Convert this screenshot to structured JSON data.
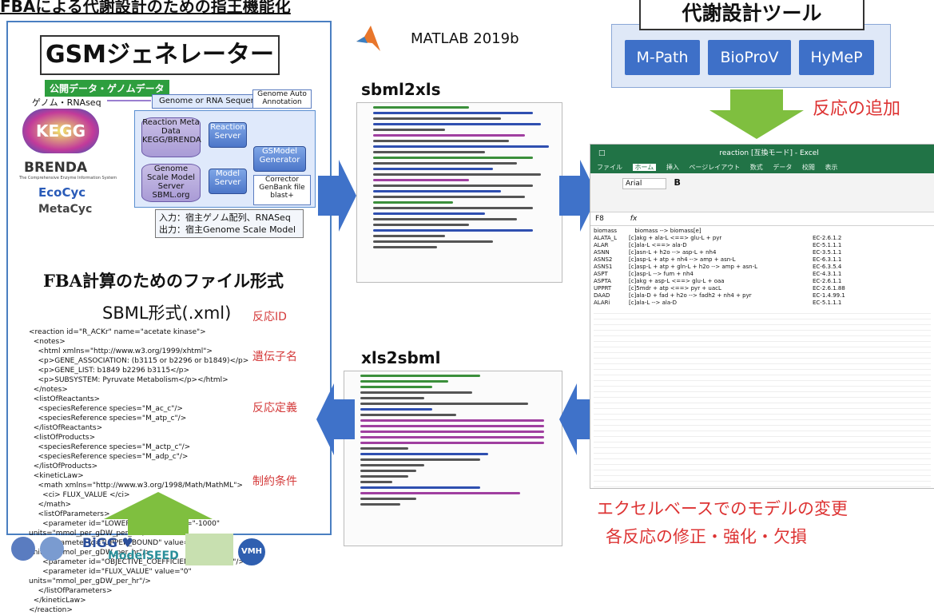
{
  "header": {
    "title": "FBAによる代謝設計のための指王機能化"
  },
  "left": {
    "gsm_title": "GSMジェネレーター",
    "public_data_label": "公開データ・ゲノムデータ",
    "genome_label": "ゲノム・RNAseq",
    "flow": {
      "sequencing": "Genome or RNA Sequencing",
      "annotation": "Genome Auto Annotation",
      "reaction_db": "Reaction Meta Data KEGG/BRENDA",
      "reaction_server": "Reaction Server",
      "genome_db": "Genome Scale Model Server SBML.org",
      "model_server": "Model Server",
      "generator": "GSModel Generator",
      "corrector": "Corrector GenBank file blast+"
    },
    "logos": {
      "kegg": "KEGG",
      "brenda": "BRENDA",
      "brenda_sub": "The Comprehensive Enzyme Information System",
      "ecocyc": "EcoCyc",
      "metacyc": "MetaCyc"
    },
    "io_input": "入力：宿主ゲノム配列、RNASeq",
    "io_output": "出力：宿主Genome Scale Model",
    "fba_title": "FBA計算のためのファイル形式",
    "sbml_title": "SBML形式(.xml)",
    "code": "<reaction id=\"R_ACKr\" name=\"acetate kinase\">\n  <notes>\n    <html xmlns=\"http://www.w3.org/1999/xhtml\">\n    <p>GENE_ASSOCIATION: (b3115 or b2296 or b1849)</p>\n    <p>GENE_LIST: b1849 b2296 b3115</p>\n    <p>SUBSYSTEM: Pyruvate Metabolism</p></html>\n  </notes>\n  <listOfReactants>\n    <speciesReference species=\"M_ac_c\"/>\n    <speciesReference species=\"M_atp_c\"/>\n  </listOfReactants>\n  <listOfProducts>\n    <speciesReference species=\"M_actp_c\"/>\n    <speciesReference species=\"M_adp_c\"/>\n  </listOfProducts>\n  <kineticLaw>\n    <math xmlns=\"http://www.w3.org/1998/Math/MathML\">\n      <ci> FLUX_VALUE </ci>\n    </math>\n    <listOfParameters>\n      <parameter id=\"LOWER_BOUND\" value=\"-1000\"\nunits=\"mmol_per_gDW_per_hr\"/>\n      <parameter id=\"UPPER_BOUND\" value=\"1000\"\nunits=\"mmol_per_gDW_per_hr\"/>\n      <parameter id=\"OBJECTIVE_COEFFICIENT\" value=\"0\"/>\n      <parameter id=\"FLUX_VALUE\" value=\"0\"\nunits=\"mmol_per_gDW_per_hr\"/>\n    </listOfParameters>\n  </kineticLaw>\n</reaction>",
    "annotations": {
      "reaction_id": "反応ID",
      "gene_name": "遺伝子名",
      "definition": "反応定義",
      "constraint": "制約条件"
    },
    "bottom_logos": {
      "bigg": "BiGG ♥",
      "modelseed": "ModelSEED",
      "vmh": "VMH"
    }
  },
  "middle": {
    "matlab": "MATLAB 2019b",
    "sbml2xls": "sbml2xls",
    "xls2sbml": "xls2sbml"
  },
  "right": {
    "tool_title": "代謝設計ツール",
    "tools": [
      "M-Path",
      "BioProV",
      "HyMeP"
    ],
    "add_reaction": "反応の追加",
    "excel_title": "reaction [互換モード] - Excel",
    "excel_tabs": [
      "ファイル",
      "ホーム",
      "挿入",
      "ページレイアウト",
      "数式",
      "データ",
      "校閲",
      "表示"
    ],
    "excel_font": "Arial",
    "excel_cell": "F8",
    "excel_header_row": [
      "biomass",
      "biomass --> biomass[e]"
    ],
    "rows": [
      [
        "ALATA_L",
        "[c]akg + ala-L <==> glu-L + pyr",
        "EC-2.6.1.2"
      ],
      [
        "ALAR",
        "[c]ala-L <==> ala-D",
        "EC-5.1.1.1"
      ],
      [
        "ASNN",
        "[c]asn-L + h2o --> asp-L + nh4",
        "EC-3.5.1.1"
      ],
      [
        "ASNS2",
        "[c]asp-L + atp + nh4 --> amp + asn-L",
        "EC-6.3.1.1"
      ],
      [
        "ASNS1",
        "[c]asp-L + atp + gln-L + h2o --> amp + asn-L",
        "EC-6.3.5.4"
      ],
      [
        "ASPT",
        "[c]asp-L --> fum + nh4",
        "EC-4.3.1.1"
      ],
      [
        "ASPTA",
        "[c]akg + asp-L <==> glu-L + oaa",
        "EC-2.6.1.1"
      ],
      [
        "UPPRT",
        "[c]5mdr + atp <==> pyr + uacL",
        "EC-2.6.1.88"
      ],
      [
        "DAAD",
        "[c]ala-D + fad + h2o --> fadh2 + nh4 + pyr",
        "EC-1.4.99.1"
      ],
      [
        "ALARi",
        "[c]ala-L --> ala-D",
        "EC-5.1.1.1"
      ]
    ],
    "bottom_text_1": "エクセルベースでのモデルの変更",
    "bottom_text_2": "各反応の修正・強化・欠損"
  }
}
